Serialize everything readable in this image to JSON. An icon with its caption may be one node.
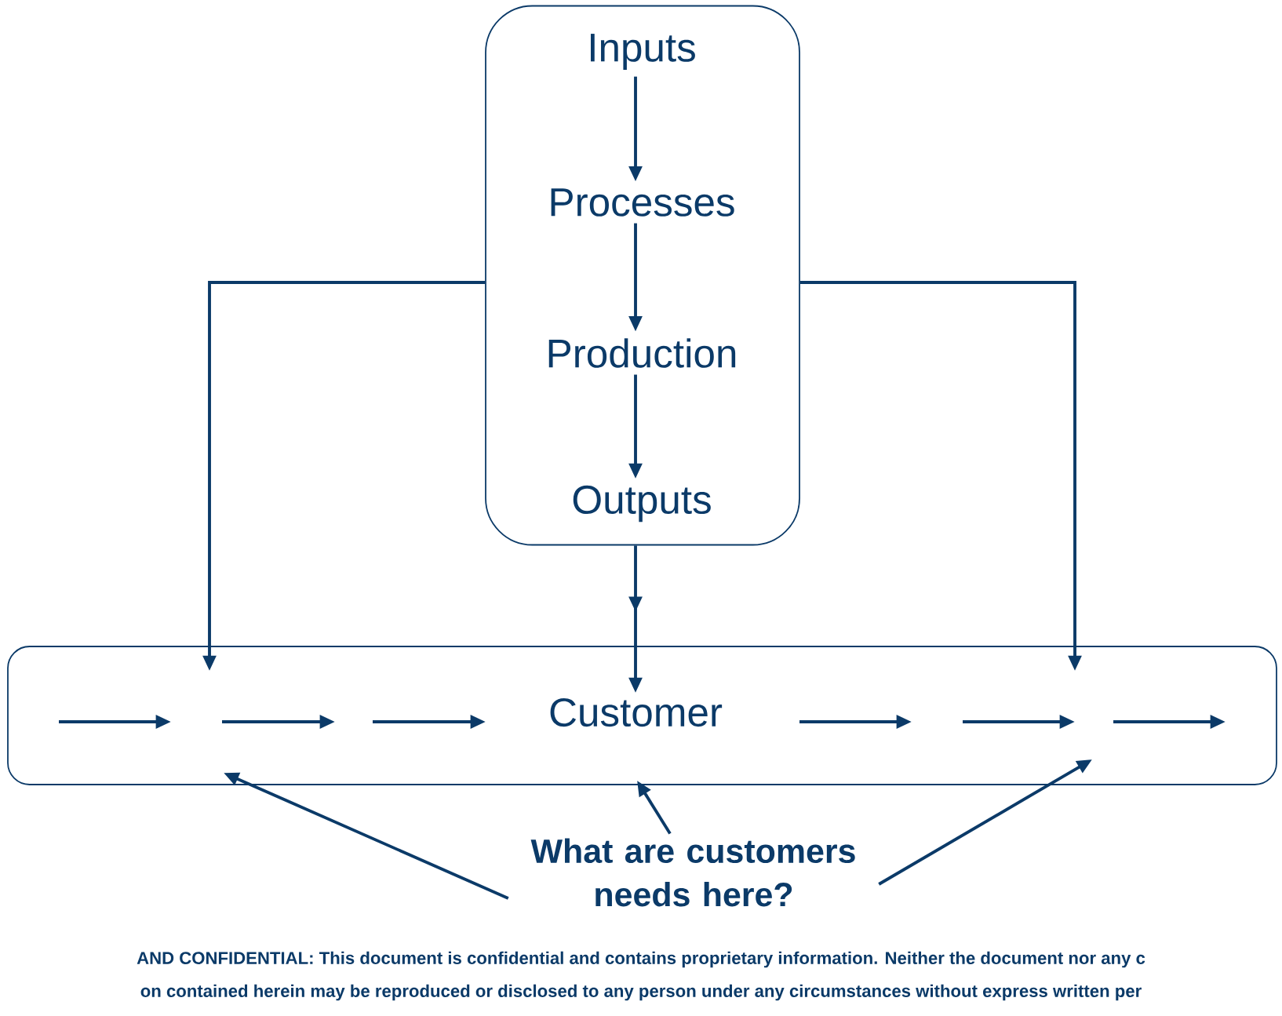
{
  "diagram": {
    "nodes": [
      {
        "text": [],
        "shape": "box"
      },
      {
        "text": [
          "Inputs"
        ],
        "in": 0
      },
      {
        "text": [
          "Processes"
        ],
        "in": 0
      },
      {
        "text": [
          "Production"
        ],
        "in": 0
      },
      {
        "text": [
          "Outputs"
        ],
        "in": 0
      },
      {
        "text": [],
        "shape": "box"
      },
      {
        "text": [
          "Customer"
        ],
        "in": 5
      },
      {
        "text": [
          "What are customers needs here?"
        ]
      }
    ],
    "edges": [
      {
        "from": 1,
        "to": 2,
        "arrow": "to"
      },
      {
        "from": 2,
        "to": 3,
        "arrow": "to"
      },
      {
        "from": 3,
        "to": 4,
        "arrow": "to"
      },
      {
        "from": 0,
        "to": 6,
        "arrow": "to"
      },
      {
        "from": 0,
        "to": 5,
        "arrow": "to"
      },
      {
        "from": 0,
        "to": 5,
        "arrow": "to"
      },
      {
        "from": 7,
        "to": 5,
        "arrow": "to"
      },
      {
        "from": 7,
        "to": 5,
        "arrow": "to"
      },
      {
        "from": 7,
        "to": 5,
        "arrow": "to"
      }
    ],
    "labels": [
      "AND CONFIDENTIAL: This document is confidential and contains proprietary information. Neither the document nor any c",
      "on contained herein may be reproduced or disclosed to any person under any circumstances without express written per"
    ]
  }
}
